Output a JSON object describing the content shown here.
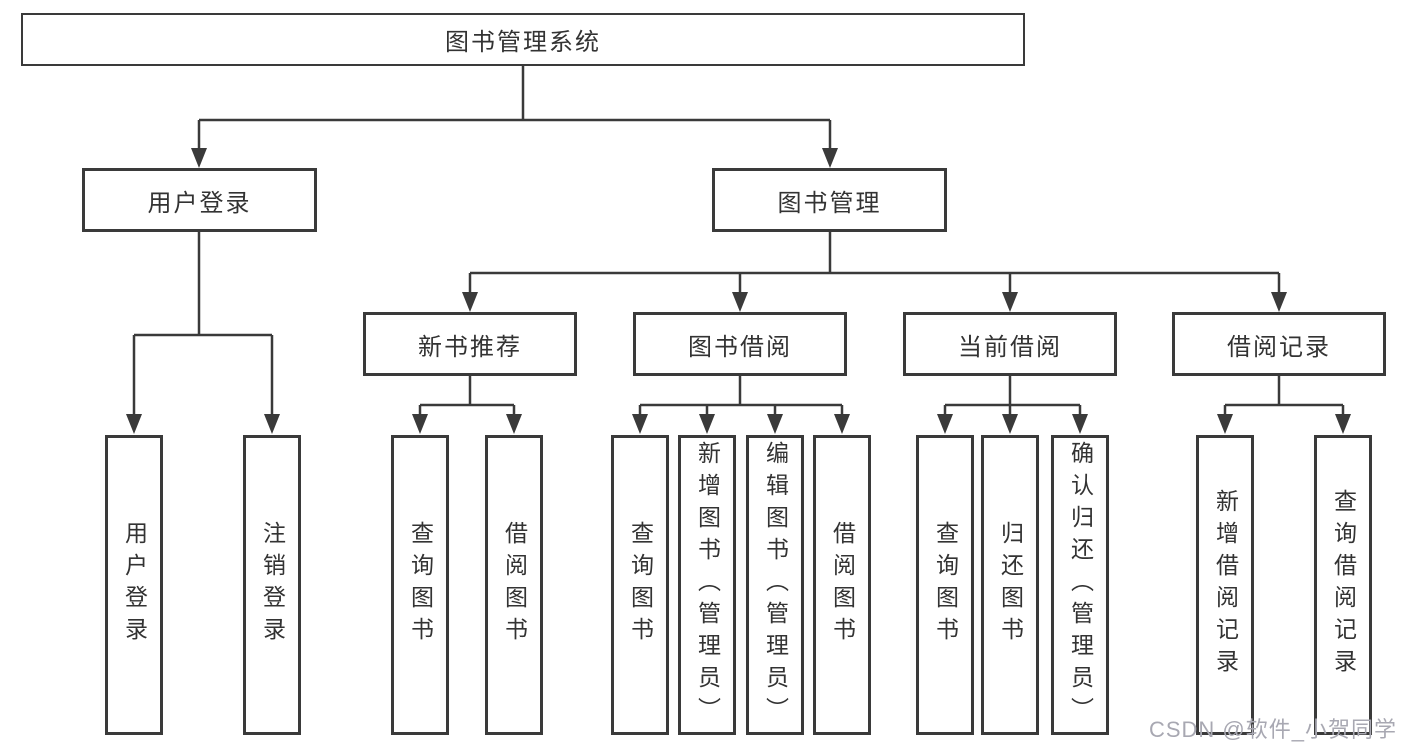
{
  "tree": {
    "label": "图书管理系统",
    "children": [
      {
        "label": "用户登录",
        "children": [
          {
            "label": "用户登录"
          },
          {
            "label": "注销登录"
          }
        ]
      },
      {
        "label": "图书管理",
        "children": [
          {
            "label": "新书推荐",
            "children": [
              {
                "label": "查询图书"
              },
              {
                "label": "借阅图书"
              }
            ]
          },
          {
            "label": "图书借阅",
            "children": [
              {
                "label": "查询图书"
              },
              {
                "label": "新增图书（管理员）"
              },
              {
                "label": "编辑图书（管理员）"
              },
              {
                "label": "借阅图书"
              }
            ]
          },
          {
            "label": "当前借阅",
            "children": [
              {
                "label": "查询图书"
              },
              {
                "label": "归还图书"
              },
              {
                "label": "确认归还（管理员）"
              }
            ]
          },
          {
            "label": "借阅记录",
            "children": [
              {
                "label": "新增借阅记录"
              },
              {
                "label": "查询借阅记录"
              }
            ]
          }
        ]
      }
    ]
  },
  "watermark": {
    "text": "CSDN @软件_小贺同学"
  },
  "colors": {
    "line": "#3a3a3a",
    "text": "#333333",
    "watermark": "#a8a8b2",
    "background": "#ffffff"
  }
}
